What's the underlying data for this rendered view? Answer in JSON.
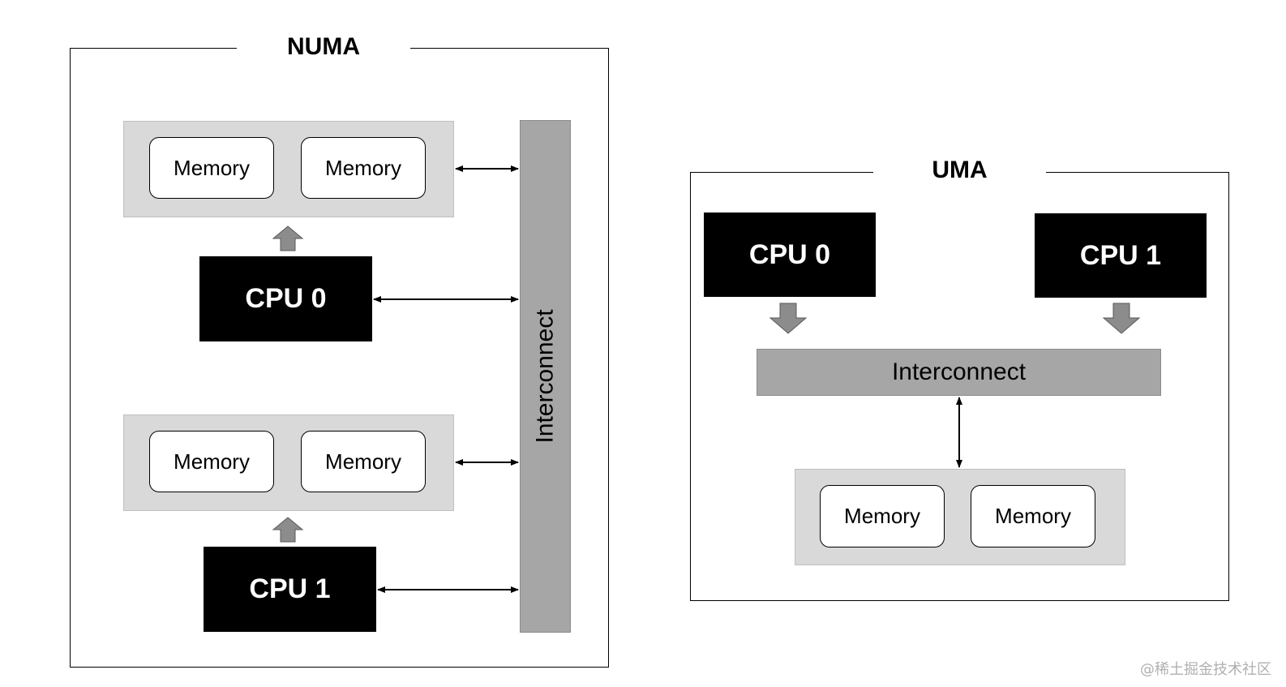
{
  "numa": {
    "title": "NUMA",
    "node0": {
      "memory": [
        "Memory",
        "Memory"
      ],
      "cpu_label": "CPU 0"
    },
    "node1": {
      "memory": [
        "Memory",
        "Memory"
      ],
      "cpu_label": "CPU 1"
    },
    "interconnect_label": "Interconnect"
  },
  "uma": {
    "title": "UMA",
    "cpus": [
      "CPU 0",
      "CPU 1"
    ],
    "interconnect_label": "Interconnect",
    "memory": [
      "Memory",
      "Memory"
    ]
  },
  "watermark": "@稀土掘金技术社区",
  "colors": {
    "cpu_fill": "#000000",
    "memory_group_fill": "#d9d9d9",
    "interconnect_fill": "#a6a6a6",
    "arrow_fill": "#8c8c8c"
  }
}
